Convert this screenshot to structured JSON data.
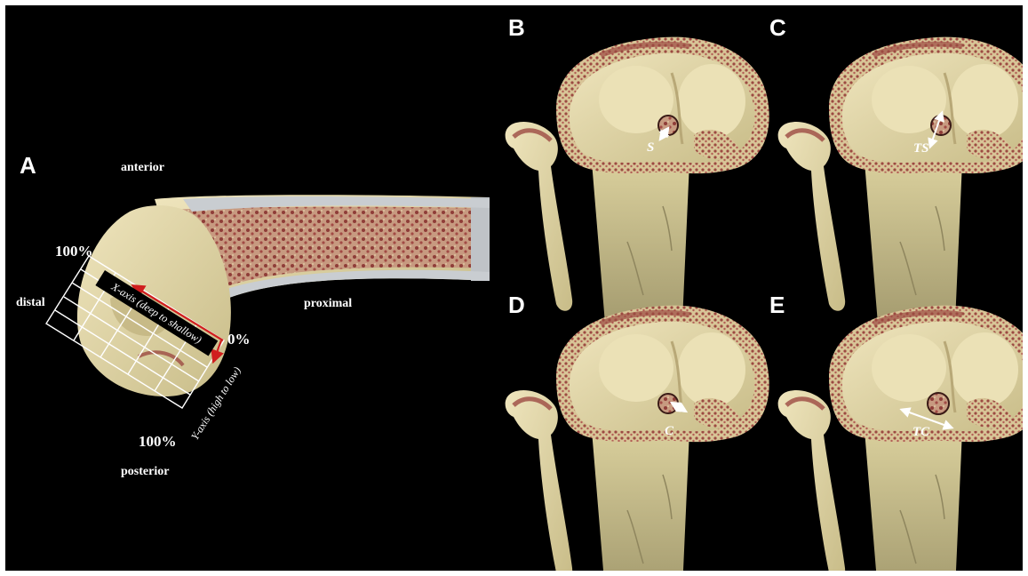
{
  "panels": {
    "a": {
      "letter": "A",
      "anterior": "anterior",
      "posterior": "posterior",
      "distal": "distal",
      "proximal": "proximal",
      "x_axis_label": "X-axis (deep to shallow)",
      "y_axis_label": "Y-axis (high to low)",
      "pct_top": "100%",
      "pct_zero": "0%",
      "pct_bottom": "100%"
    },
    "b": {
      "letter": "B",
      "measure": "S"
    },
    "c": {
      "letter": "C",
      "measure": "TS"
    },
    "d": {
      "letter": "D",
      "measure": "C"
    },
    "e": {
      "letter": "E",
      "measure": "TC"
    }
  },
  "colors": {
    "background": "#000000",
    "bone": "#d9cf9c",
    "shaft": "#b8ae7f",
    "cancellous": "#9c4a42",
    "cortex": "#bfc3c7",
    "arrow": "#ffffff",
    "axis_arrow": "#d01e1e"
  }
}
